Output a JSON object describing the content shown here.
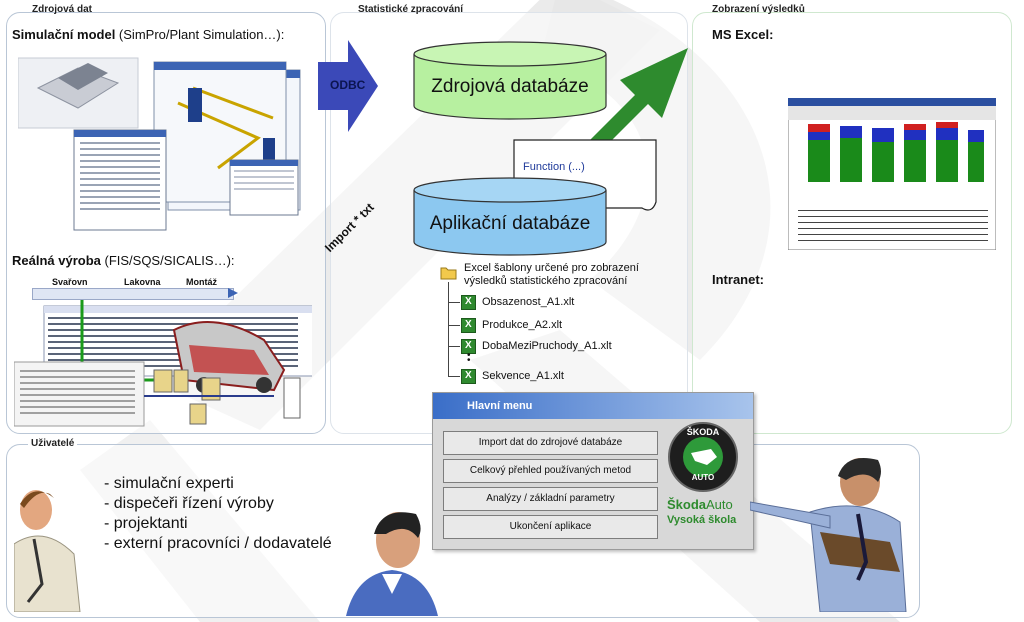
{
  "panels": {
    "source": "Zdrojová dat",
    "stat": "Statistické zpracování",
    "results": "Zobrazení výsledků",
    "users": "Uživatelé"
  },
  "sim": {
    "bold": "Simulační model",
    "rest": " (SimPro/Plant Simulation…):"
  },
  "real": {
    "bold": "Reálná výroba",
    "rest": " (FIS/SQS/SICALIS…):"
  },
  "line_stations": [
    "Svařovn",
    "Lakovna",
    "Montáž"
  ],
  "odbc": "ODBC",
  "import_label": "Import * txt",
  "db_source": "Zdrojová databáze",
  "db_app": "Aplikační databáze",
  "function_label": "Function (...)",
  "excel_desc": "Excel šablony určené pro zobrazení výsledků statistického zpracování",
  "files": [
    "Obsazenost_A1.xlt",
    "Produkce_A2.xlt",
    "DobaMeziPruchody_A1.xlt",
    "Sekvence_A1.xlt"
  ],
  "ms_excel": "MS Excel:",
  "intranet": "Intranet:",
  "menu": {
    "title": "Hlavní menu",
    "items": [
      "Import dat do zdrojové databáze",
      "Celkový přehled používaných metod",
      "Analýzy / základní parametry",
      "Ukončení aplikace"
    ],
    "brand_a": "Škoda",
    "brand_b": "Auto",
    "brand_sub": "Vysoká škola",
    "logo_text": "ŠKODA",
    "logo_sub": "AUTO"
  },
  "users": [
    "simulační experti",
    "dispečeři řízení výroby",
    "projektanti",
    "externí pracovníci / dodavatelé"
  ],
  "colors": {
    "arrow_blue": "#3b49b8",
    "arrow_green": "#2e8b2e",
    "db_green": "#b7f0a0",
    "db_blue": "#8cc8f0",
    "menu_header": "#4f7fd0"
  }
}
